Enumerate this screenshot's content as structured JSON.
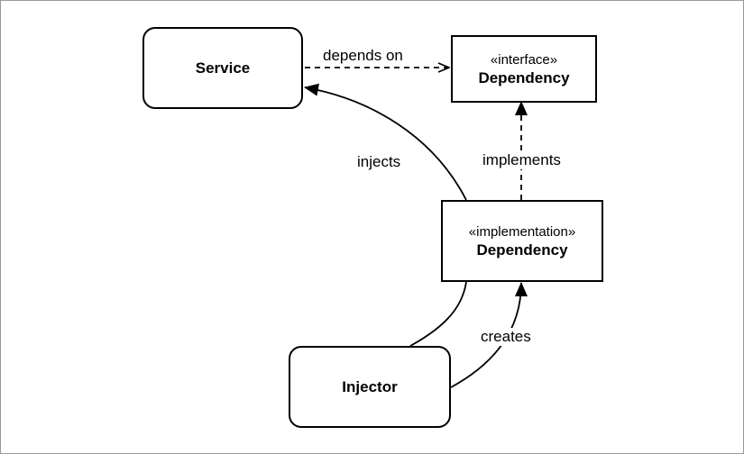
{
  "nodes": {
    "service": {
      "title": "Service"
    },
    "interface": {
      "stereotype": "«interface»",
      "title": "Dependency"
    },
    "implementation": {
      "stereotype": "«implementation»",
      "title": "Dependency"
    },
    "injector": {
      "title": "Injector"
    }
  },
  "edges": {
    "depends_on": {
      "label": "depends on",
      "style": "dashed",
      "arrowhead": "open"
    },
    "injects": {
      "label": "injects",
      "style": "solid",
      "arrowhead": "filled"
    },
    "implements": {
      "label": "implements",
      "style": "dashed",
      "arrowhead": "filled"
    },
    "creates": {
      "label": "creates",
      "style": "solid",
      "arrowhead": "filled"
    }
  },
  "colors": {
    "stroke": "#000000",
    "background": "#ffffff",
    "frame": "#999999"
  }
}
